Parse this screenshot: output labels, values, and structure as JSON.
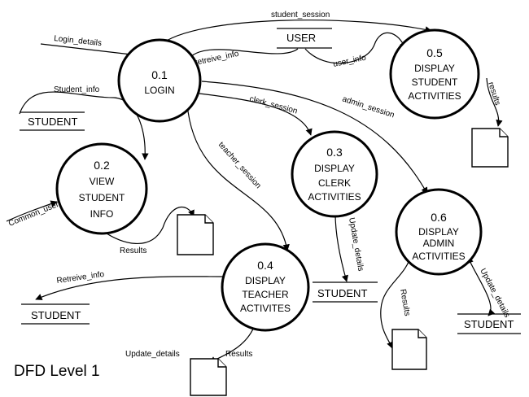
{
  "title": "DFD Level 1",
  "processes": [
    {
      "id": "0.1",
      "lines": [
        "LOGIN"
      ]
    },
    {
      "id": "0.2",
      "lines": [
        "VIEW",
        "STUDENT",
        "INFO"
      ]
    },
    {
      "id": "0.3",
      "lines": [
        "DISPLAY",
        "CLERK",
        "ACTIVITIES"
      ]
    },
    {
      "id": "0.4",
      "lines": [
        "DISPLAY",
        "TEACHER",
        "ACTIVITES"
      ]
    },
    {
      "id": "0.5",
      "lines": [
        "DISPLAY",
        "STUDENT",
        "ACTIVITIES"
      ]
    },
    {
      "id": "0.6",
      "lines": [
        "DISPLAY",
        "ADMIN",
        "ACTIVITIES"
      ]
    }
  ],
  "stores": {
    "user": "USER",
    "student_top": "STUDENT",
    "student_bottom_left": "STUDENT",
    "student_clerk": "STUDENT",
    "student_admin": "STUDENT"
  },
  "flows": {
    "student_session": "student_session",
    "login_details": "Login_details",
    "retreive_info_user": "retreive_info",
    "user_info": "user_info",
    "student_info": "Student_info",
    "clerk_session": "clerk_session",
    "admin_session": "admin_session",
    "teacher_session": "teacher_session",
    "results_05": "results",
    "common_user": "Common_user",
    "results_02": "Results",
    "update_details_03": "Update_details",
    "retreive_info_04": "Retreive_info",
    "update_details_04": "Update_details",
    "results_04": "Results",
    "results_06": "Results",
    "update_details_06": "Update_details"
  }
}
